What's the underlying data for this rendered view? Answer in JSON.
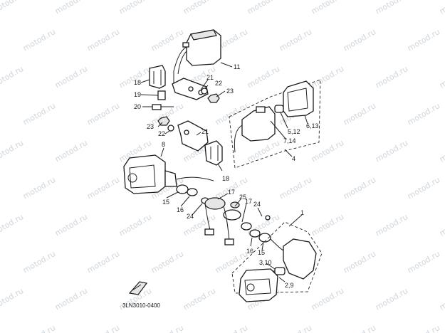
{
  "watermark": "motod.ru",
  "diagram_code": "3LN3010-0400",
  "callouts": {
    "c11": "11",
    "c18a": "18",
    "c19": "19",
    "c20": "20",
    "c21a": "21",
    "c22a": "22",
    "c23a": "23",
    "c23b": "23",
    "c22b": "22",
    "c21b": "21",
    "c18b": "18",
    "c8": "8",
    "c4": "4",
    "c714": "7,14",
    "c512": "5,12",
    "c613": "6,13",
    "c15a": "15",
    "c16a": "16",
    "c24a": "24",
    "c17a": "17",
    "c25": "25",
    "c17b": "17",
    "c24b": "24",
    "c1": "1",
    "c16b": "16",
    "c15b": "15",
    "c310": "3,10",
    "c29": "2,9"
  },
  "colors": {
    "ink": "#1a1a1a",
    "watermark": "#cfd6dd",
    "background": "#ffffff"
  }
}
